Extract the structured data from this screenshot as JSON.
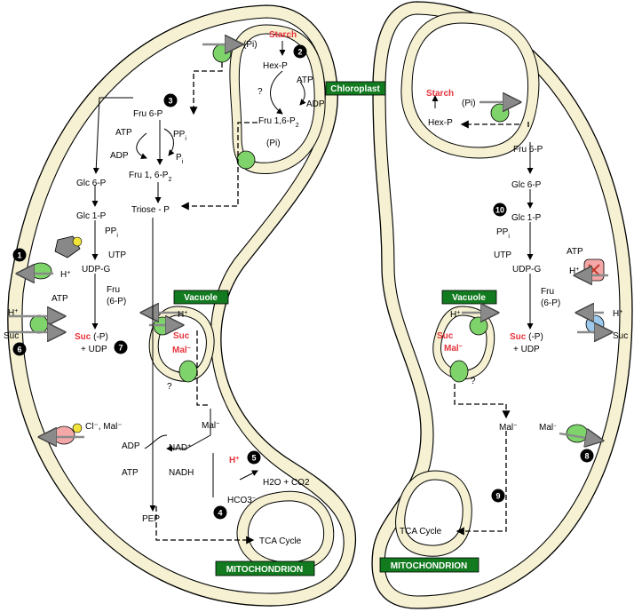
{
  "compartments": {
    "chloroplast": "Chloroplast",
    "vacuole_left": "Vacuole",
    "vacuole_right": "Vacuole",
    "mito_left": "MITOCHONDRION",
    "mito_right": "MITOCHONDRION"
  },
  "left_cell": {
    "starch": "Starch",
    "pi_top": "(Pi)",
    "hexp": "Hex-P",
    "atp": "ATP",
    "adp": "ADP",
    "question": "?",
    "fru16p2_plastid": "Fru 1,6-P",
    "fru16p2_plastid_sub": "2",
    "pi_mid": "(Pi)",
    "fru6p": "Fru 6-P",
    "atp2": "ATP",
    "ppi": "PP",
    "ppi_sub": "i",
    "adp2": "ADP",
    "pi2": "P",
    "pi2_sub": "i",
    "fru16p2": "Fru 1, 6-P",
    "fru16p2_sub": "2",
    "glc6p": "Glc 6-P",
    "glc1p": "Glc 1-P",
    "triosep": "Triose - P",
    "ppi3": "PP",
    "ppi3_sub": "i",
    "utp": "UTP",
    "udpg": "UDP-G",
    "h_plus_membrane": "H",
    "atp_membrane": "ATP",
    "fru_6p": "Fru",
    "fru_6p_2": "(6-P)",
    "h_left": "H",
    "suc_left": "Suc",
    "suc_p": "Suc",
    "suc_p_suffix": " (-P)",
    "plus_udp": "+ UDP",
    "h_vac": "H",
    "suc_vac": "Suc",
    "mal_vac": "Mal",
    "question_vac": "?",
    "mal_cyt": "Mal",
    "cl_mal": "Cl⁻, Mal⁻",
    "adp3": "ADP",
    "nad": "NAD",
    "atp3": "ATP",
    "nadh": "NADH",
    "h_red": "H",
    "h2o_co2": "H2O + CO2",
    "hco3": "HCO3",
    "pep": "PEP",
    "tca": "TCA Cycle"
  },
  "right_cell": {
    "starch": "Starch",
    "pi": "(Pi)",
    "hexp": "Hex-P",
    "fru6p": "Fru 6-P",
    "glc6p": "Glc 6-P",
    "glc1p": "Glc 1-P",
    "ppi": "PP",
    "ppi_sub": "i",
    "utp": "UTP",
    "udpg": "UDP-G",
    "atp": "ATP",
    "h_membrane": "H",
    "fru": "Fru",
    "fru_6p": "(6-P)",
    "h_right": "H",
    "suc_right": "Suc",
    "suc_p": "Suc",
    "suc_p_suffix": " (-P)",
    "plus_udp": "+ UDP",
    "h_vac": "H",
    "suc_vac": "Suc",
    "mal_vac": "Mal",
    "question_vac": "?",
    "mal_cyt": "Mal",
    "mal_membrane": "Mal",
    "tca": "TCA Cycle"
  },
  "step_numbers": [
    "1",
    "2",
    "3",
    "4",
    "5",
    "6",
    "7",
    "8",
    "9",
    "10"
  ],
  "colors": {
    "membrane_fill": "#f5f1d2",
    "transporter_green": "#7ed36a",
    "transporter_pink": "#f4a7a7",
    "transporter_blue": "#9cc9ec",
    "label_green": "#127a1f",
    "metabolite_red": "#e8333b",
    "arrow_gray": "#8a8a8a"
  }
}
